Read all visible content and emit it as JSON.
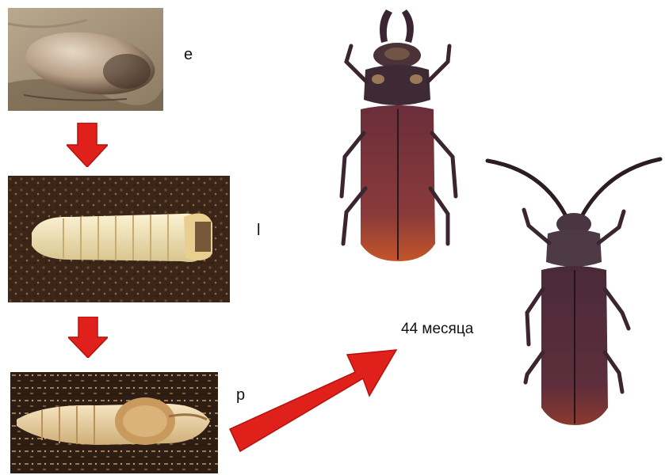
{
  "stages": [
    {
      "label": "e",
      "subject": "egg-photo"
    },
    {
      "label": "l",
      "subject": "larva-photo"
    },
    {
      "label": "p",
      "subject": "pupa-photo"
    }
  ],
  "caption": "44 месяца",
  "colors": {
    "arrow": "#e0201a",
    "arrow_outline": "#b5120d",
    "soil": "#3a2516",
    "beetle": "#4a2a38"
  }
}
